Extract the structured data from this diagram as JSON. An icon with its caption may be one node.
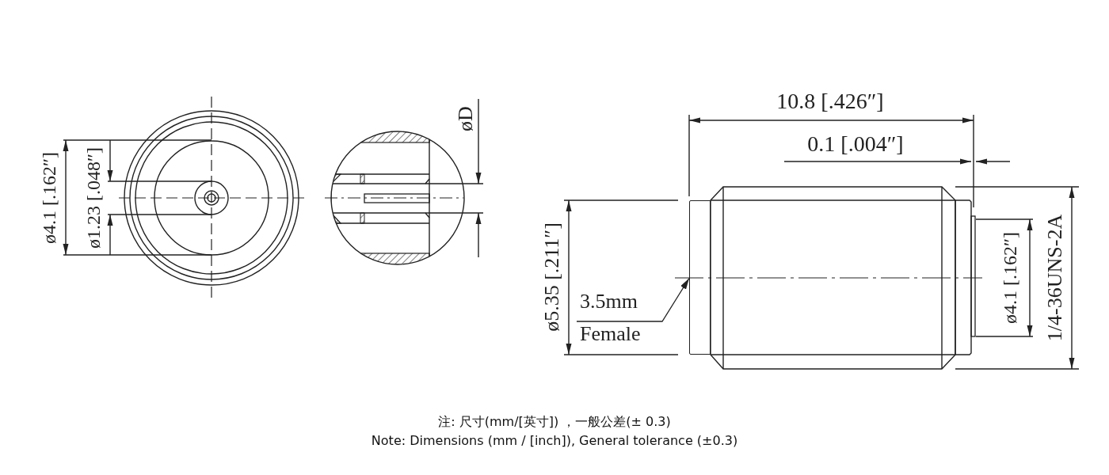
{
  "diagram": {
    "nodes": [
      {
        "text": [
          "3.5mm",
          "Female"
        ]
      },
      {
        "text": [],
        "shape": "box"
      }
    ],
    "edges": [
      {
        "from": 0,
        "to": 1,
        "arrow": "to"
      }
    ],
    "labels": [
      "ø4.1 [.162″]",
      "ø1.23 [.048″]",
      "øD",
      "10.8 [.426″]",
      "0.1 [.004″]",
      "ø5.35 [.211″]",
      "ø4.1 [.162″]",
      "1/4-36UNS-2A",
      "注: 尺寸(mm/[英寸]) ，一般公差(± 0.3)",
      "Note: Dimensions (mm / [inch]), General tolerance (±0.3)"
    ]
  }
}
